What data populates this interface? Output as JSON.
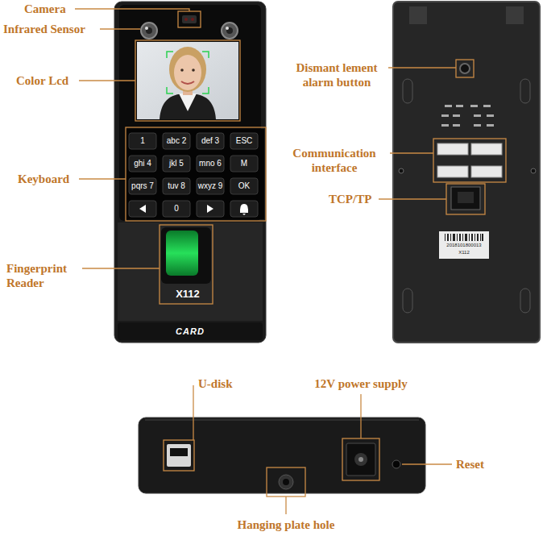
{
  "diagram": {
    "labels": [
      "Camera",
      "Infrared Sensor",
      "Color Lcd",
      "Keyboard",
      "Fingerprint Reader",
      "Dismant lement alarm button",
      "Communication interface",
      "TCP/TP",
      "U-disk",
      "12V power supply",
      "Reset",
      "Hanging plate hole",
      "1",
      "abc 2",
      "def 3",
      "ESC",
      "ghi 4",
      "jkl 5",
      "mno 6",
      "M",
      "pqrs 7",
      "tuv 8",
      "wxyz 9",
      "OK",
      "0",
      "X112",
      "CARD",
      "2018101800013",
      "X112"
    ]
  }
}
